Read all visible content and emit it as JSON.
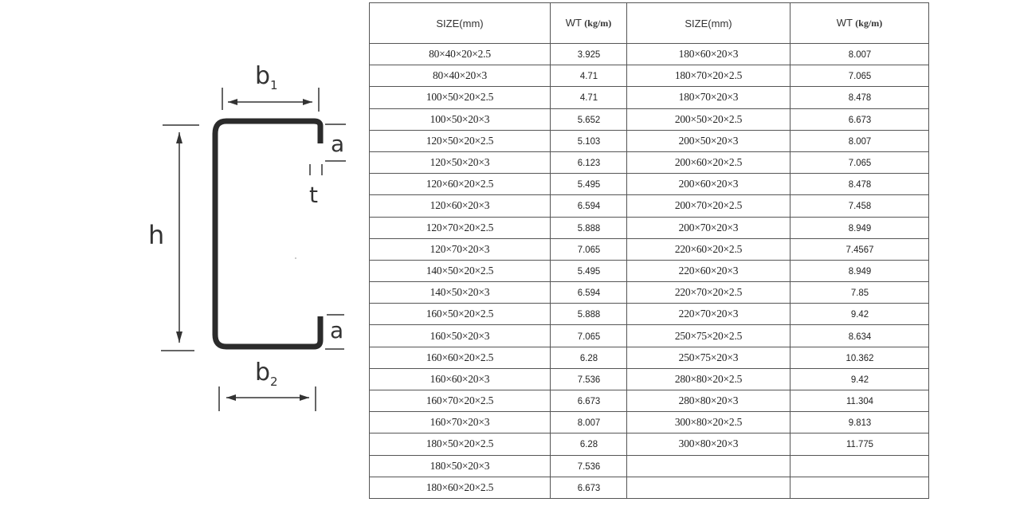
{
  "diagram": {
    "labels": {
      "b1_main": "b",
      "b1_sub": "1",
      "b2_main": "b",
      "b2_sub": "2",
      "h": "h",
      "a_top": "a",
      "a_bottom": "a",
      "t": "t"
    }
  },
  "table": {
    "headers": [
      "SIZE(mm)",
      "WT",
      "(kg/m)",
      "SIZE(mm)",
      "WT",
      "(kg/m)"
    ],
    "rows": [
      [
        "80×40×20×2.5",
        "3.925",
        "180×60×20×3",
        "8.007"
      ],
      [
        "80×40×20×3",
        "4.71",
        "180×70×20×2.5",
        "7.065"
      ],
      [
        "100×50×20×2.5",
        "4.71",
        "180×70×20×3",
        "8.478"
      ],
      [
        "100×50×20×3",
        "5.652",
        "200×50×20×2.5",
        "6.673"
      ],
      [
        "120×50×20×2.5",
        "5.103",
        "200×50×20×3",
        "8.007"
      ],
      [
        "120×50×20×3",
        "6.123",
        "200×60×20×2.5",
        "7.065"
      ],
      [
        "120×60×20×2.5",
        "5.495",
        "200×60×20×3",
        "8.478"
      ],
      [
        "120×60×20×3",
        "6.594",
        "200×70×20×2.5",
        "7.458"
      ],
      [
        "120×70×20×2.5",
        "5.888",
        "200×70×20×3",
        "8.949"
      ],
      [
        "120×70×20×3",
        "7.065",
        "220×60×20×2.5",
        "7.4567"
      ],
      [
        "140×50×20×2.5",
        "5.495",
        "220×60×20×3",
        "8.949"
      ],
      [
        "140×50×20×3",
        "6.594",
        "220×70×20×2.5",
        "7.85"
      ],
      [
        "160×50×20×2.5",
        "5.888",
        "220×70×20×3",
        "9.42"
      ],
      [
        "160×50×20×3",
        "7.065",
        "250×75×20×2.5",
        "8.634"
      ],
      [
        "160×60×20×2.5",
        "6.28",
        "250×75×20×3",
        "10.362"
      ],
      [
        "160×60×20×3",
        "7.536",
        "280×80×20×2.5",
        "9.42"
      ],
      [
        "160×70×20×2.5",
        "6.673",
        "280×80×20×3",
        "11.304"
      ],
      [
        "160×70×20×3",
        "8.007",
        "300×80×20×2.5",
        "9.813"
      ],
      [
        "180×50×20×2.5",
        "6.28",
        "300×80×20×3",
        "11.775"
      ],
      [
        "180×50×20×3",
        "7.536",
        "",
        ""
      ],
      [
        "180×60×20×2.5",
        "6.673",
        "",
        ""
      ]
    ]
  }
}
